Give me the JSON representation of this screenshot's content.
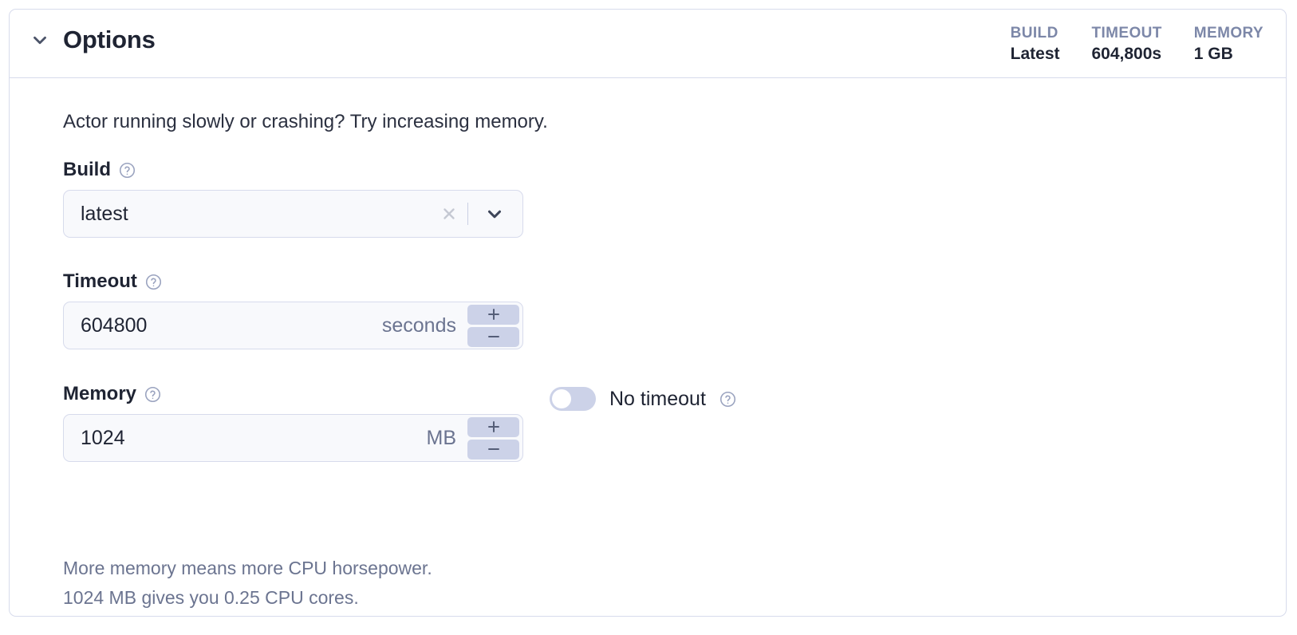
{
  "card": {
    "title": "Options",
    "collapse_icon": "chevron-down-icon",
    "stats": [
      {
        "label": "BUILD",
        "value": "Latest"
      },
      {
        "label": "TIMEOUT",
        "value": "604,800s"
      },
      {
        "label": "MEMORY",
        "value": "1 GB"
      }
    ]
  },
  "body": {
    "intro": "Actor running slowly or crashing? Try increasing memory.",
    "help_icon": "question-mark-circle-icon"
  },
  "build": {
    "label": "Build",
    "value": "latest",
    "placeholder": "latest",
    "clear_icon": "close-x-icon",
    "caret_icon": "chevron-down-icon"
  },
  "timeout": {
    "label": "Timeout",
    "value": "604800",
    "placeholder": "604800",
    "unit": "seconds",
    "increment_icon": "plus-icon",
    "decrement_icon": "minus-icon",
    "no_timeout_label": "No timeout",
    "no_timeout_enabled": false
  },
  "memory": {
    "label": "Memory",
    "value": "1024",
    "placeholder": "1024",
    "unit": "MB",
    "increment_icon": "plus-icon",
    "decrement_icon": "minus-icon",
    "hint_line_1": "More memory means more CPU horsepower.",
    "hint_line_2": "1024 MB gives you 0.25 CPU cores."
  },
  "colors": {
    "card_border": "#d7dbec",
    "input_bg": "#f8f9fc",
    "stepper_bg": "#ccd2e8",
    "muted_text": "#6b7490",
    "stat_label": "#7c87a8",
    "primary_text": "#1f2433"
  }
}
